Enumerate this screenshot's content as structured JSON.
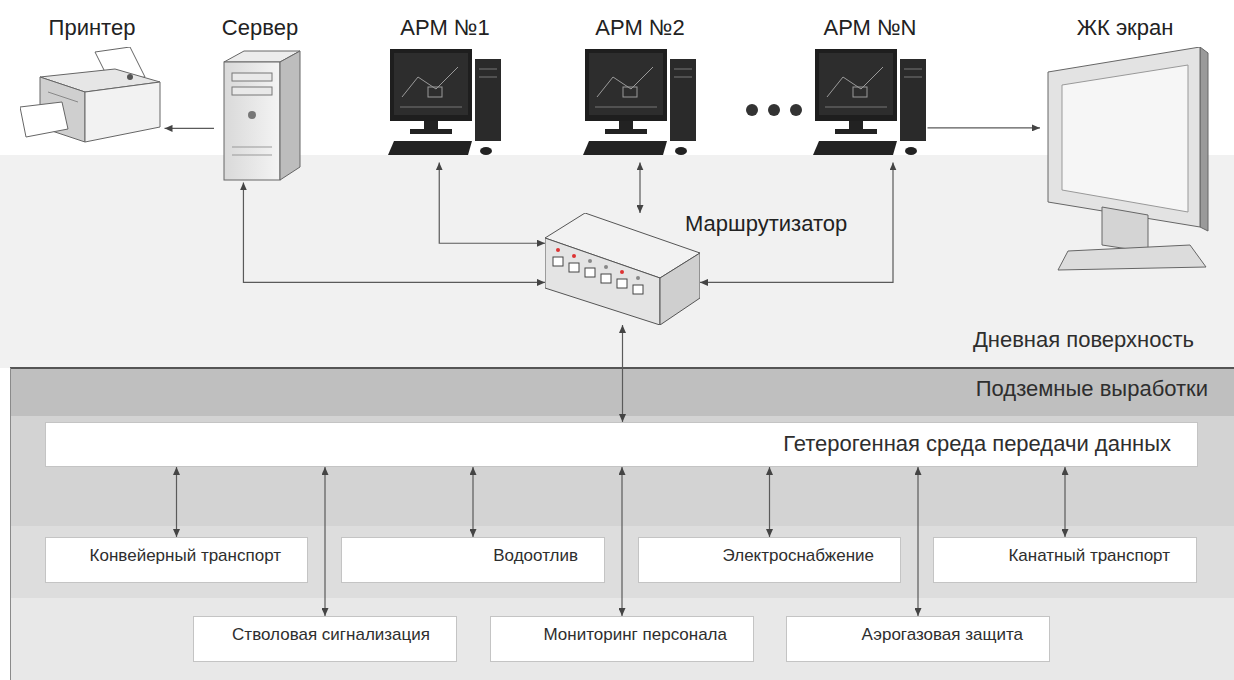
{
  "diagram": {
    "nodes": [
      {
        "text": [
          "Принтер"
        ]
      },
      {
        "text": [
          "Сервер"
        ]
      },
      {
        "text": [
          "АРМ №1"
        ]
      },
      {
        "text": [
          "АРМ №2"
        ]
      },
      {
        "text": [
          "АРМ №N"
        ]
      },
      {
        "text": [
          "ЖК экран"
        ]
      },
      {
        "text": [
          "Маршрутизатор"
        ]
      },
      {
        "text": [
          "Подземные выработки"
        ]
      },
      {
        "text": [
          "Гетерогенная среда передачи данных"
        ],
        "in": 7
      },
      {
        "text": [
          "Конвейерный транспорт"
        ],
        "in": 7
      },
      {
        "text": [
          "Водоотлив"
        ],
        "in": 7
      },
      {
        "text": [
          "Электроснабжение"
        ],
        "in": 7
      },
      {
        "text": [
          "Канатный транспорт"
        ],
        "in": 7
      },
      {
        "text": [
          "Стволовая сигнализация"
        ],
        "in": 7
      },
      {
        "text": [
          "Мониторинг персонала"
        ],
        "in": 7
      },
      {
        "text": [
          "Аэрогазовая защита"
        ],
        "in": 7
      }
    ],
    "edges": [
      {
        "from": 1,
        "to": 0,
        "arrow": "to"
      },
      {
        "from": 6,
        "to": 1,
        "arrow": "both"
      },
      {
        "from": 6,
        "to": 2,
        "arrow": "both"
      },
      {
        "from": 6,
        "to": 3,
        "arrow": "both"
      },
      {
        "from": 6,
        "to": 4,
        "arrow": "both"
      },
      {
        "from": 4,
        "to": 5,
        "arrow": "to"
      },
      {
        "from": 6,
        "to": 8,
        "arrow": "both"
      },
      {
        "from": 8,
        "to": 9,
        "arrow": "both"
      },
      {
        "from": 8,
        "to": 13,
        "arrow": "both"
      },
      {
        "from": 8,
        "to": 10,
        "arrow": "both"
      },
      {
        "from": 8,
        "to": 14,
        "arrow": "both"
      },
      {
        "from": 8,
        "to": 11,
        "arrow": "both"
      },
      {
        "from": 8,
        "to": 15,
        "arrow": "both"
      },
      {
        "from": 8,
        "to": 12,
        "arrow": "both"
      }
    ],
    "labels": [
      "Дневная поверхность"
    ]
  }
}
